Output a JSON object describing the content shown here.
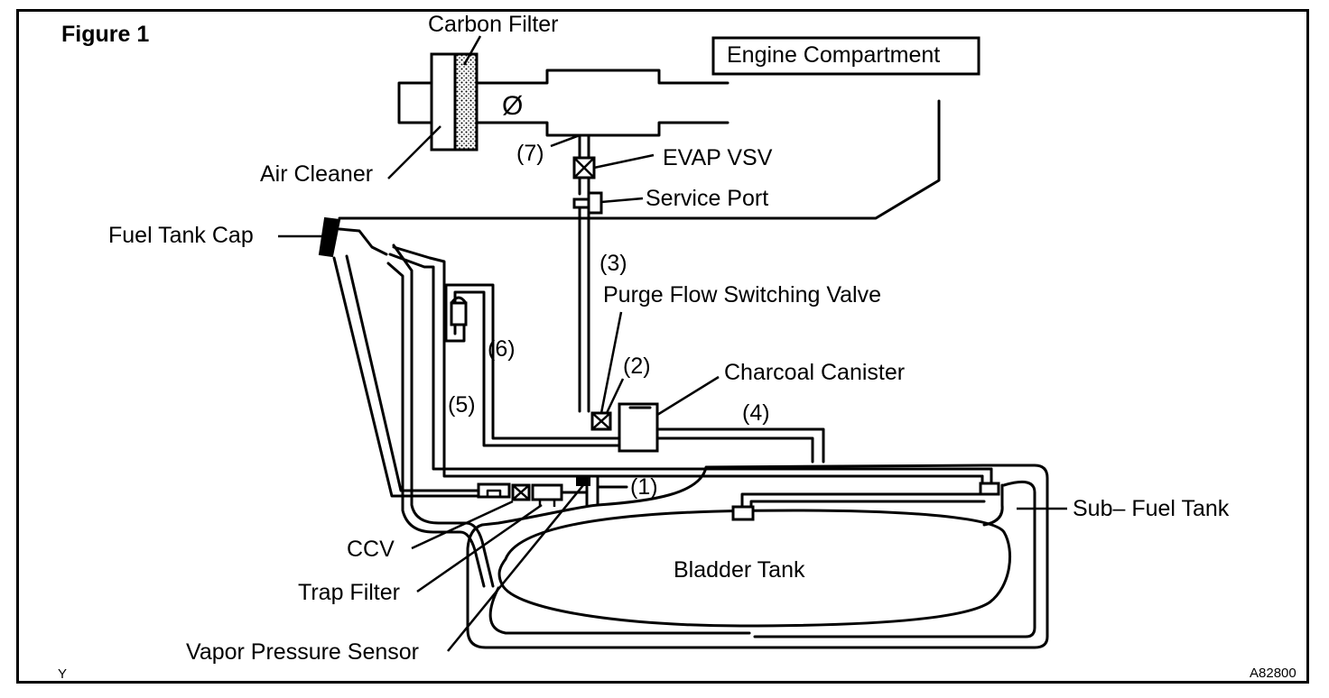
{
  "figure": {
    "title": "Figure 1",
    "corner_left": "Y",
    "corner_right": "A82800"
  },
  "labels": {
    "carbon_filter": "Carbon Filter",
    "engine_compartment": "Engine Compartment",
    "throttle_symbol": "Ø",
    "hose_7": "(7)",
    "evap_vsv": "EVAP VSV",
    "air_cleaner": "Air Cleaner",
    "service_port": "Service Port",
    "fuel_tank_cap": "Fuel Tank Cap",
    "hose_3": "(3)",
    "purge_flow_switching_valve": "Purge Flow Switching Valve",
    "hose_6": "(6)",
    "hose_2": "(2)",
    "charcoal_canister": "Charcoal Canister",
    "hose_5": "(5)",
    "hose_4": "(4)",
    "hose_1": "(1)",
    "sub_fuel_tank": "Sub– Fuel Tank",
    "ccv": "CCV",
    "bladder_tank": "Bladder Tank",
    "trap_filter": "Trap Filter",
    "vapor_pressure_sensor": "Vapor Pressure Sensor"
  }
}
